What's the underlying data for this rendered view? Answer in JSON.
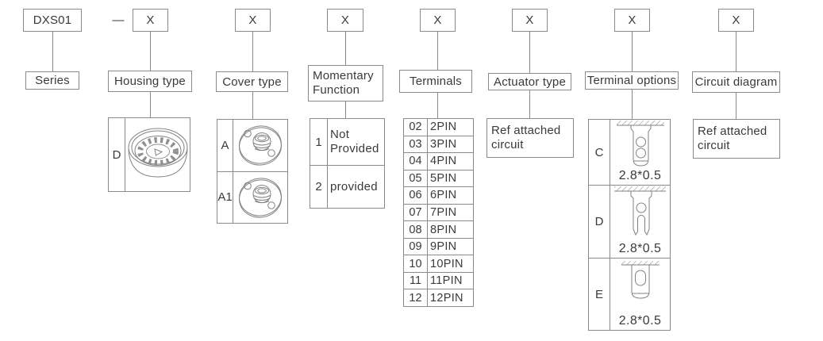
{
  "code_builder": {
    "series_code": "DXS01",
    "separator": "—",
    "code_placeholder": "X"
  },
  "columns": {
    "series": {
      "label": "Series"
    },
    "housing": {
      "label": "Housing type",
      "options": [
        {
          "code": "D",
          "illustration": "rotary-switch-housing"
        }
      ]
    },
    "cover": {
      "label": "Cover type",
      "options": [
        {
          "code": "A",
          "illustration": "round-cover-with-threaded-bushing"
        },
        {
          "code": "A1",
          "illustration": "round-cover-with-threaded-bushing"
        }
      ]
    },
    "momentary": {
      "label": "Momentary Function",
      "options": [
        {
          "code": "1",
          "desc": "Not Provided"
        },
        {
          "code": "2",
          "desc": "provided"
        }
      ]
    },
    "terminals": {
      "label": "Terminals",
      "options": [
        {
          "code": "02",
          "desc": "2PIN"
        },
        {
          "code": "03",
          "desc": "3PIN"
        },
        {
          "code": "04",
          "desc": "4PIN"
        },
        {
          "code": "05",
          "desc": "5PIN"
        },
        {
          "code": "06",
          "desc": "6PIN"
        },
        {
          "code": "07",
          "desc": "7PIN"
        },
        {
          "code": "08",
          "desc": "8PIN"
        },
        {
          "code": "09",
          "desc": "9PIN"
        },
        {
          "code": "10",
          "desc": "10PIN"
        },
        {
          "code": "11",
          "desc": "11PIN"
        },
        {
          "code": "12",
          "desc": "12PIN"
        }
      ]
    },
    "actuator": {
      "label": "Actuator type",
      "note": "Ref attached circuit"
    },
    "terminal_options": {
      "label": "Terminal options",
      "options": [
        {
          "code": "C",
          "dim": "2.8*0.5",
          "illustration": "terminal-lug-two-holes"
        },
        {
          "code": "D",
          "dim": "2.8*0.5",
          "illustration": "terminal-lug-forked"
        },
        {
          "code": "E",
          "dim": "2.8*0.5",
          "illustration": "terminal-lug-short-slot"
        }
      ]
    },
    "circuit": {
      "label": "Circuit diagram",
      "note": "Ref attached circuit"
    }
  },
  "colors": {
    "line": "#8a8a8a",
    "text": "#3a3a3a",
    "background": "#ffffff"
  }
}
